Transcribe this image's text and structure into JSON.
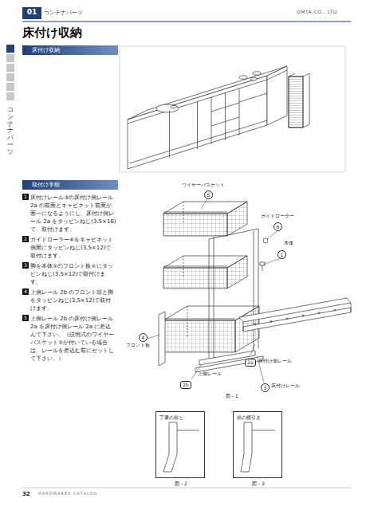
{
  "diagram": {
    "title": "床付け収納",
    "nodes": [
      {
        "text": [
          "01"
        ]
      },
      {
        "text": [
          "床付け収納"
        ]
      },
      {
        "text": [
          "取付け手順"
        ]
      },
      {
        "text": [
          "丁番の前と"
        ]
      },
      {
        "text": [
          "前の横引き"
        ]
      }
    ],
    "labels": [
      "コンテナパーツ",
      "OMTA CO., LTD.",
      "コンテナパーツ",
      "1",
      "床付けレール③の床付け側レール 2a の前面とキャビネット前面が面一になるようにし、床付け側レール 2a をタッピンねじ(3.5×16)で、取付けます。",
      "2",
      "ガイドローラー⑥をキャビネット側面にタッピンねじ(3.5×12)で取付けます。",
      "3",
      "脚を本体①のフロント板④にタッピンねじ(3.5×12)で取付けます。",
      "4",
      "上側レール 2b のフロント部と脚をタッピンねじ(3.5×12)で取付けます。",
      "5",
      "上側レール 2b の床付け側レール 2a を床付け側レール 2a に差込んで下さい。（説明式のワイヤーバスケット⑤が付いている場合は、レールを差込む前にセットして下さい。）",
      "ワイヤーバスケット",
      "5",
      "ガイドローラー",
      "6",
      "本体",
      "1",
      "4",
      "フロント板",
      "2a",
      "床付け側レール",
      "上側レール",
      "2b",
      "3",
      "床付けレール",
      "図－1",
      "図－2",
      "図－3",
      "32",
      "HARDWARES CATALOG"
    ]
  }
}
